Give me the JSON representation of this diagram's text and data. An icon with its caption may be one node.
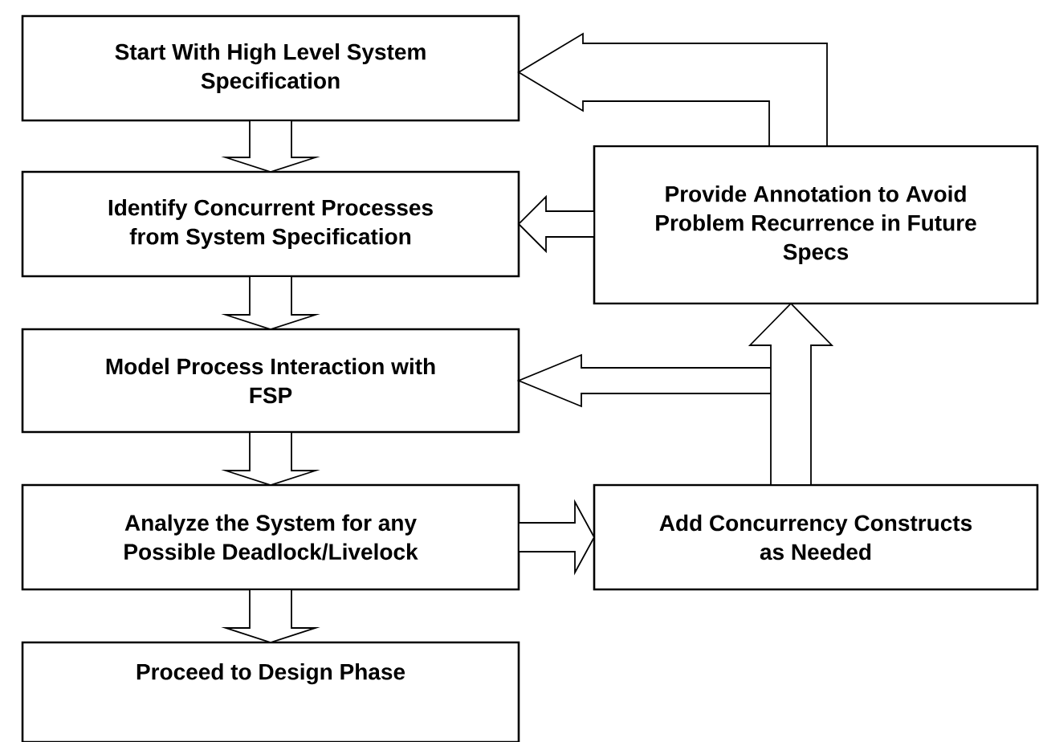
{
  "diagram": {
    "nodes": [
      {
        "text": [
          "Start With High Level System Specification"
        ]
      },
      {
        "text": [
          "Identify Concurrent Processes from System Specification"
        ]
      },
      {
        "text": [
          "Model Process Interaction with FSP"
        ]
      },
      {
        "text": [
          "Analyze the System for any Possible Deadlock/Livelock"
        ]
      },
      {
        "text": [
          "Proceed to Design Phase"
        ]
      },
      {
        "text": [
          "Provide Annotation to Avoid Problem Recurrence in Future Specs"
        ]
      },
      {
        "text": [
          "Add Concurrency Constructs as Needed"
        ]
      }
    ],
    "edges": [
      {
        "from": 0,
        "to": 1,
        "arrow": "to"
      },
      {
        "from": 1,
        "to": 2,
        "arrow": "to"
      },
      {
        "from": 2,
        "to": 3,
        "arrow": "to"
      },
      {
        "from": 3,
        "to": 4,
        "arrow": "to"
      },
      {
        "from": 3,
        "to": 6,
        "arrow": "to"
      },
      {
        "from": 6,
        "to": 5,
        "arrow": "to"
      },
      {
        "from": 6,
        "to": 2,
        "arrow": "to"
      },
      {
        "from": 5,
        "to": 1,
        "arrow": "to"
      },
      {
        "from": 5,
        "to": 0,
        "arrow": "to"
      }
    ]
  }
}
